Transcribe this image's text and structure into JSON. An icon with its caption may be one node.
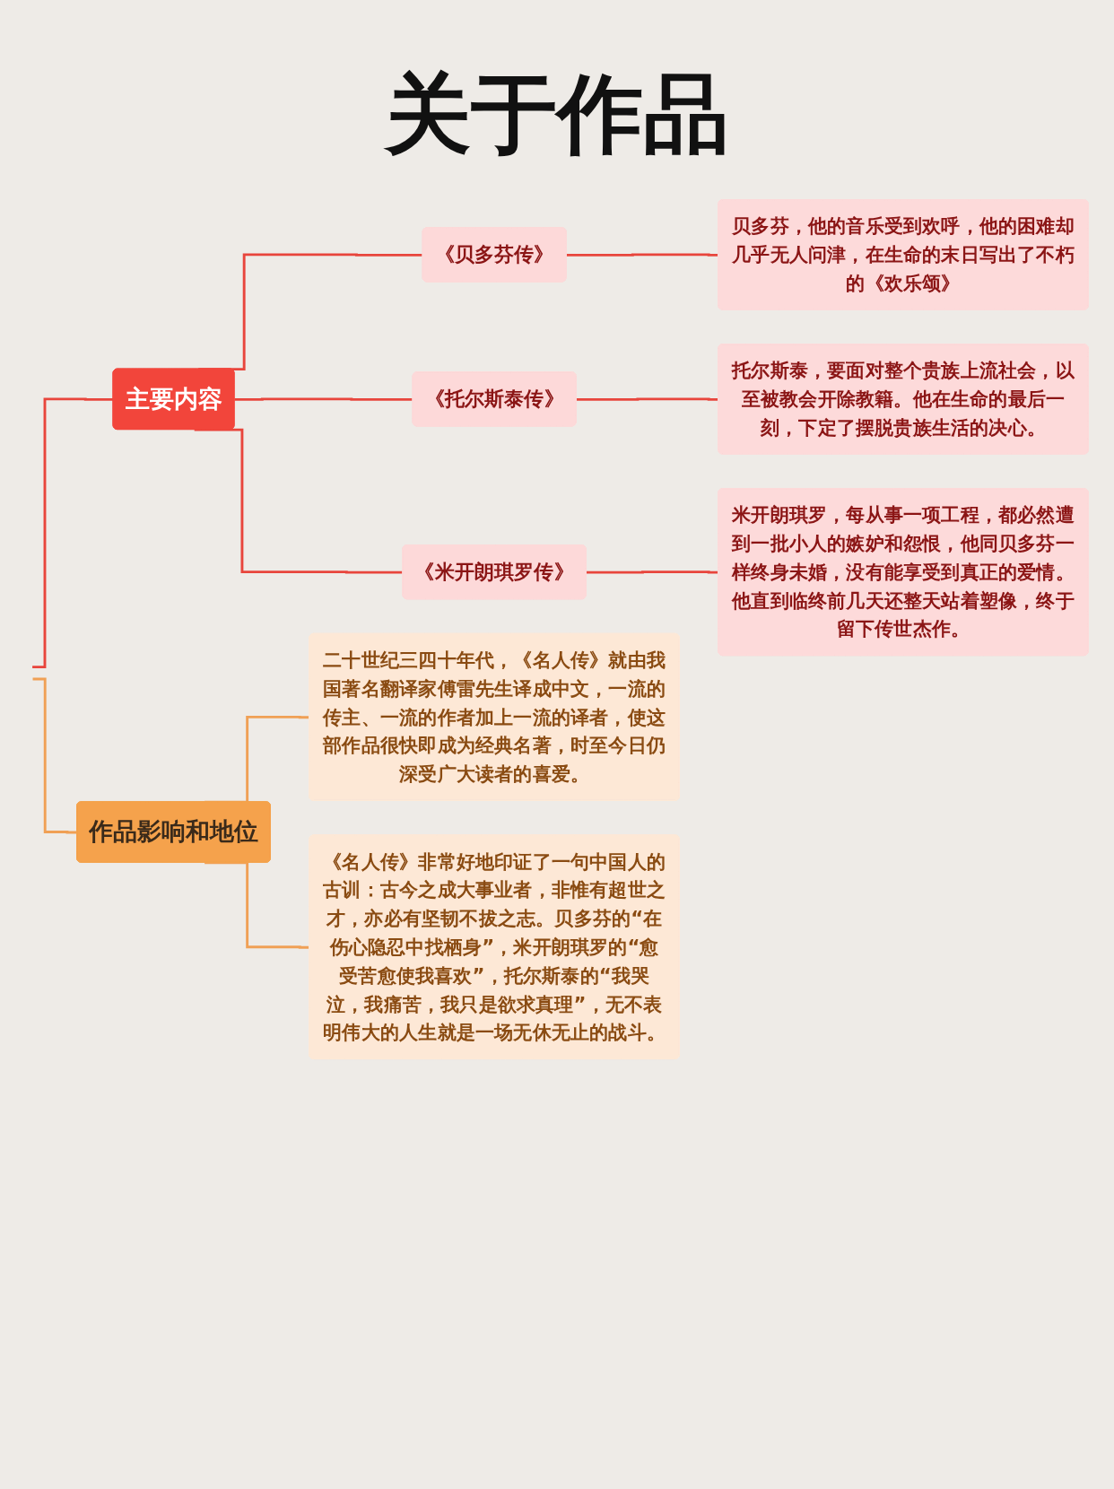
{
  "diagram": {
    "title": "关于作品",
    "nodes": [
      {
        "text": [
          "主要内容"
        ]
      },
      {
        "text": [
          "《贝多芬传》"
        ]
      },
      {
        "text": [
          "贝多芬，他的音乐受到欢呼，他的困难却几乎无人问津，在生命的末日写出了不朽的《欢乐颂》"
        ]
      },
      {
        "text": [
          "《托尔斯泰传》"
        ]
      },
      {
        "text": [
          "托尔斯泰，要面对整个贵族上流社会，以至被教会开除教籍。他在生命的最后一刻，下定了摆脱贵族生活的决心。"
        ]
      },
      {
        "text": [
          "《米开朗琪罗传》"
        ]
      },
      {
        "text": [
          "米开朗琪罗，每从事一项工程，都必然遭到一批小人的嫉妒和怨恨，他同贝多芬一样终身未婚，没有能享受到真正的爱情。他直到临终前几天还整天站着塑像，终于留下传世杰作。"
        ]
      },
      {
        "text": [
          "作品影响和地位"
        ]
      },
      {
        "text": [
          "二十世纪三四十年代，《名人传》就由我国著名翻译家傅雷先生译成中文，一流的传主、一流的作者加上一流的译者，使这部作品很快即成为经典名著，时至今日仍深受广大读者的喜爱。"
        ]
      },
      {
        "text": [
          "《名人传》非常好地印证了一句中国人的古训：古今之成大事业者，非惟有超世之才，亦必有坚韧不拔之志。贝多芬的“在伤心隐忍中找栖身”，米开朗琪罗的“愈受苦愈使我喜欢”，托尔斯泰的“我哭泣，我痛苦，我只是欲求真理”，无不表明伟大的人生就是一场无休无止的战斗。"
        ]
      }
    ],
    "edges": [
      {
        "from": null,
        "to": 0,
        "arrow": "none"
      },
      {
        "from": null,
        "to": 7,
        "arrow": "none",
        "color": "#f0a055"
      },
      {
        "from": 0,
        "to": 1,
        "arrow": "none"
      },
      {
        "from": 0,
        "to": 3,
        "arrow": "none"
      },
      {
        "from": 0,
        "to": 5,
        "arrow": "none"
      },
      {
        "from": 1,
        "to": 2,
        "arrow": "none"
      },
      {
        "from": 3,
        "to": 4,
        "arrow": "none"
      },
      {
        "from": 5,
        "to": 6,
        "arrow": "none"
      },
      {
        "from": 7,
        "to": 8,
        "arrow": "none",
        "color": "#f0a055"
      },
      {
        "from": 7,
        "to": 9,
        "arrow": "none",
        "color": "#f0a055"
      }
    ]
  }
}
